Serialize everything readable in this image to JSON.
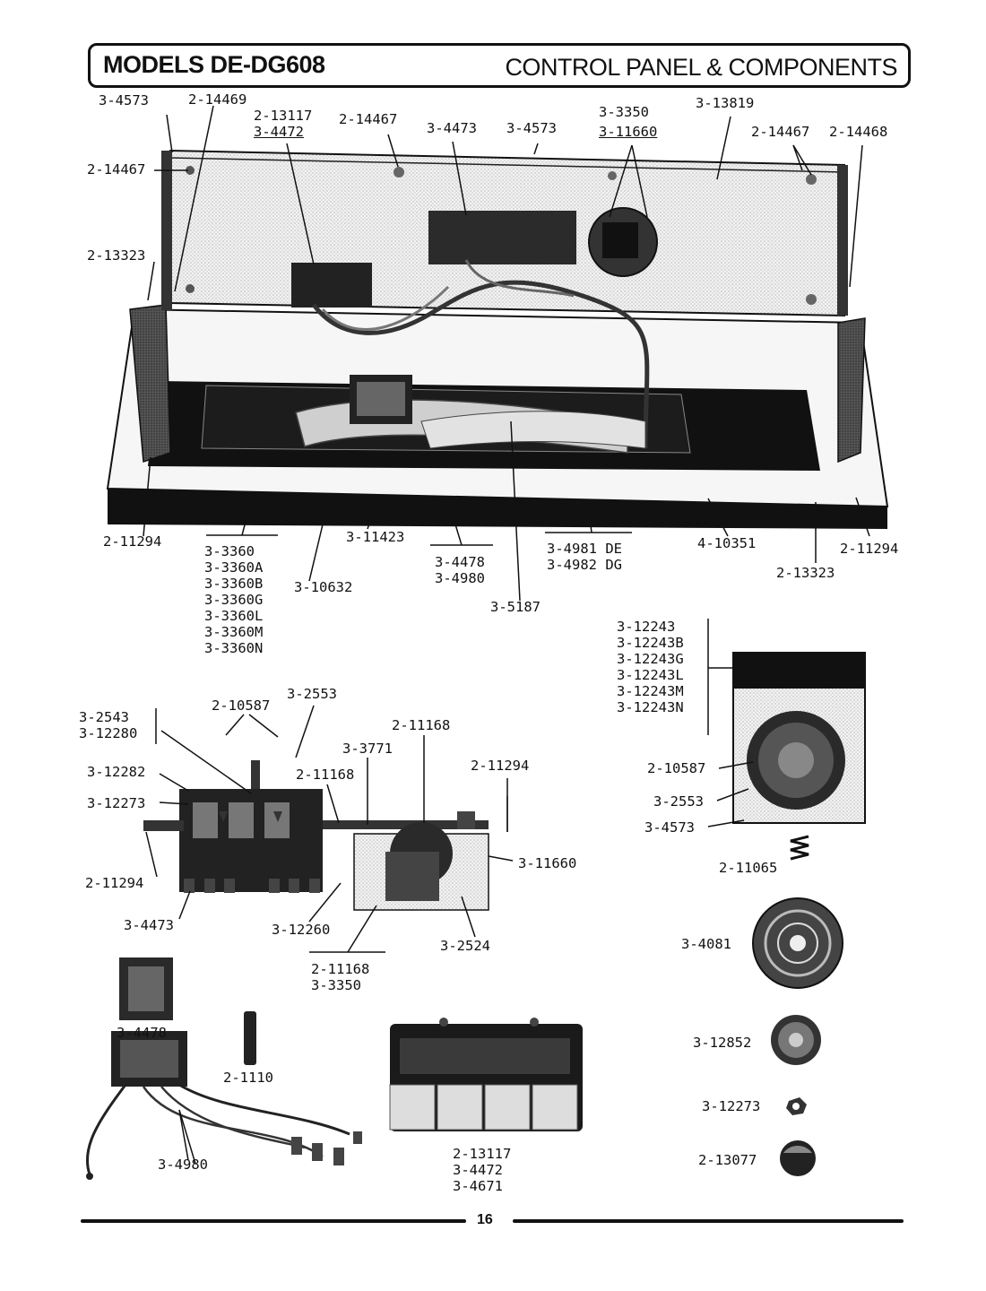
{
  "header": {
    "models_title": "MODELS DE-DG608",
    "section_title": "CONTROL PANEL & COMPONENTS"
  },
  "page_number": "16",
  "labels": {
    "a01": "3-4573",
    "a02": "2-14469",
    "a03": "2-13117",
    "a04": "3-4472",
    "a05": "2-14467",
    "a06": "3-4473",
    "a07": "3-4573",
    "a08": "3-3350",
    "a09": "3-11660",
    "a10": "3-13819",
    "a11": "2-14467",
    "a12": "2-14468",
    "a13": "2-14467",
    "a14": "2-13323",
    "b01": "2-11294",
    "b02": [
      "3-3360",
      "3-3360A",
      "3-3360B",
      "3-3360G",
      "3-3360L",
      "3-3360M",
      "3-3360N"
    ],
    "b03": "3-10632",
    "b04": "3-11423",
    "b05": [
      "3-4478",
      "3-4980"
    ],
    "b06": "3-5187",
    "b07": [
      "3-4981 DE",
      "3-4982 DG"
    ],
    "b08": "4-10351",
    "b09": "2-13323",
    "b10": "2-11294",
    "c01": [
      "3-12243",
      "3-12243B",
      "3-12243G",
      "3-12243L",
      "3-12243M",
      "3-12243N"
    ],
    "c02": "2-10587",
    "c03": "3-2553",
    "c04": "3-4573",
    "c05": "2-11065",
    "c06": "3-4081",
    "c07": "3-12852",
    "c08": "3-12273",
    "c09": "2-13077",
    "d01": [
      "3-2543",
      "3-12280"
    ],
    "d02": "2-10587",
    "d03": "3-2553",
    "d04": "2-11168",
    "d05": "3-3771",
    "d06": "2-11168",
    "d07": "2-11294",
    "d08": "3-12282",
    "d09": "3-12273",
    "d10": "3-11660",
    "d11": "2-11294",
    "d12": "3-4473",
    "d13": "3-12260",
    "d14": "3-2524",
    "d15": [
      "2-11168",
      "3-3350"
    ],
    "e01": "3-4478",
    "e02": "2-1110",
    "e03": "3-4980",
    "e04": [
      "2-13117",
      "3-4472",
      "3-4671"
    ]
  }
}
